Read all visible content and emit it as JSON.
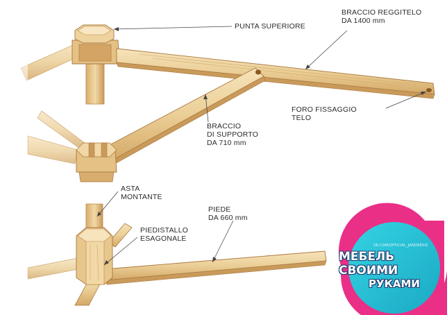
{
  "labels": {
    "punta": "PUNTA SUPERIORE",
    "braccio_reggitelo": [
      "BRACCIO REGGITELO",
      "DA 1400 mm"
    ],
    "foro": [
      "FORO FISSAGGIO",
      "TELO"
    ],
    "braccio_supporto": [
      "BRACCIO",
      "DI SUPPORTO",
      "DA 710 mm"
    ],
    "asta": [
      "ASTA",
      "MONTANTE"
    ],
    "piedistallo": [
      "PIEDISTALLO",
      "ESAGONALE"
    ],
    "piede": [
      "PIEDE",
      "DA 660 mm"
    ]
  },
  "badge": {
    "small_text": "VK.COM/OFFICIAL_JANDRESIZ",
    "line1": "МЕБЕЛЬ СВОИМИ",
    "line2": "РУКАМИ"
  },
  "colors": {
    "wood_light": "#f3dcae",
    "wood_mid": "#e6c48a",
    "wood_dark": "#c99a5a",
    "wood_edge": "#a8773e",
    "badge_teal": "#22c4d6",
    "badge_pink": "#ea2f87"
  }
}
